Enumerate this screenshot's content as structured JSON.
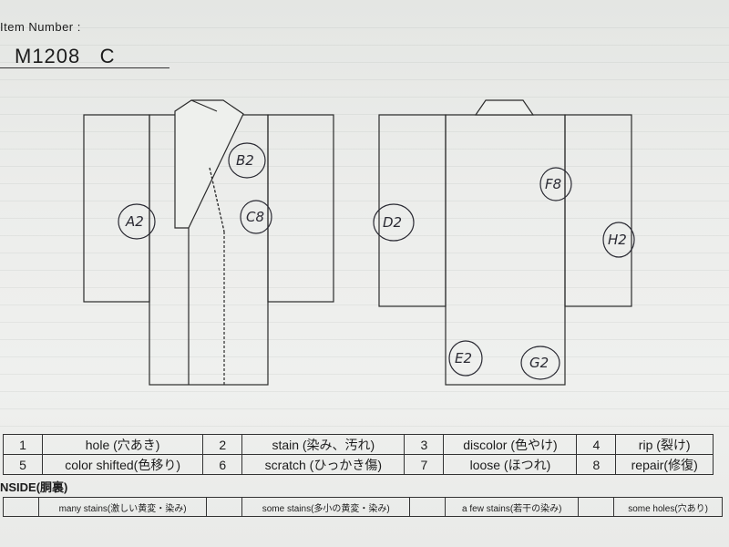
{
  "item": {
    "label": "Item Number :",
    "value": "M1208   C"
  },
  "marks": {
    "A": "A2",
    "B": "B2",
    "C": "C8",
    "D": "D2",
    "E": "E2",
    "F": "F8",
    "G": "G2",
    "H": "H2"
  },
  "legend": {
    "row1": [
      {
        "num": "1",
        "label": "hole (穴あき)"
      },
      {
        "num": "2",
        "label": "stain (染み、汚れ)"
      },
      {
        "num": "3",
        "label": "discolor (色やけ)"
      },
      {
        "num": "4",
        "label": "rip (裂け)"
      }
    ],
    "row2": [
      {
        "num": "5",
        "label": "color shifted(色移り)"
      },
      {
        "num": "6",
        "label": "scratch (ひっかき傷)"
      },
      {
        "num": "7",
        "label": "loose (ほつれ)"
      },
      {
        "num": "8",
        "label": "repair(修復)"
      }
    ]
  },
  "inside": {
    "title": "NSIDE(胴裏)",
    "items": [
      "many stains(激しい黄変・染み)",
      "some stains(多小の黄変・染み)",
      "a few stains(若干の染み)",
      "some holes(穴あり)"
    ]
  },
  "colors": {
    "ink": "#1c1c1c",
    "pen": "#2a2a33",
    "paper": "#eceeeb"
  }
}
